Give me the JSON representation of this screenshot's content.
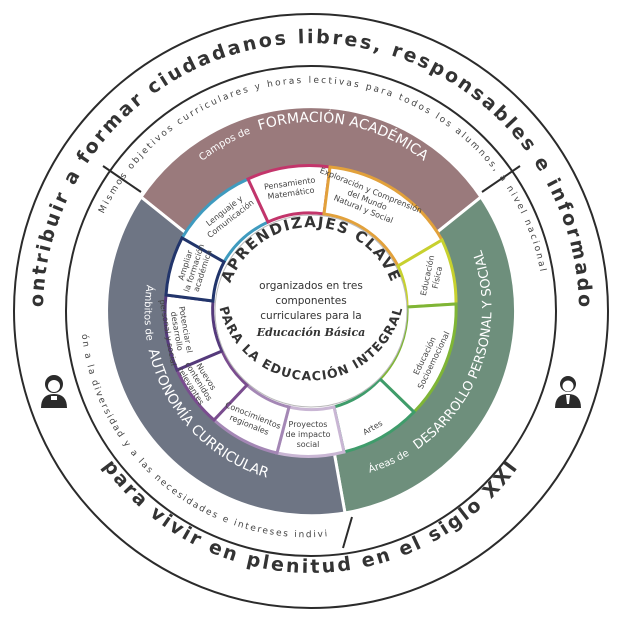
{
  "outer_ring": {
    "top_text": "Contribuir a formar ciudadanos libres, responsables e informados",
    "bottom_text": "para vivir en plenitud en el siglo XXI"
  },
  "thin_ring": {
    "top_text": "Mismos objetivos curriculares y horas lectivas para todos los alumnos, a nivel nacional",
    "left_text": "Atención a la diversidad y a las necesidades e intereses individuales"
  },
  "formacion": {
    "title_small": "Campos de",
    "title_big": "FORMACIÓN ACADÉMICA",
    "items": [
      {
        "lines": [
          "Lenguaje y",
          "Comunicación"
        ],
        "color": "#3f9bbf"
      },
      {
        "lines": [
          "Pensamiento",
          "Matemático"
        ],
        "color": "#c3356b"
      },
      {
        "lines": [
          "Exploración y Comprensión",
          "del Mundo",
          "Natural y Social"
        ],
        "color": "#e2a13b"
      }
    ]
  },
  "desarrollo": {
    "title_small": "Áreas de",
    "title_big": "DESARROLLO PERSONAL Y SOCIAL",
    "items": [
      {
        "lines": [
          "Educación",
          "Física"
        ],
        "color": "#c7d12f"
      },
      {
        "lines": [
          "Educación",
          "Socioemocional"
        ],
        "color": "#7fb536"
      },
      {
        "lines": [
          "Artes"
        ],
        "color": "#3f9c6b"
      }
    ]
  },
  "autonomia": {
    "title_small": "Ámbitos de",
    "title_big": "AUTONOMÍA CURRICULAR",
    "items": [
      {
        "lines": [
          "Ampliar",
          "la formación",
          "académica"
        ],
        "color": "#22356b"
      },
      {
        "lines": [
          "Potenciar el",
          "desarrollo",
          "personal y social"
        ],
        "color": "#553a7c"
      },
      {
        "lines": [
          "Nuevos",
          "contenidos",
          "relevantes"
        ],
        "color": "#7a4d8f"
      },
      {
        "lines": [
          "Conocimientos",
          "regionales"
        ],
        "color": "#a487b5"
      },
      {
        "lines": [
          "Proyectos",
          "de impacto",
          "social"
        ],
        "color": "#c9b6d4"
      }
    ]
  },
  "center": {
    "arc_top": "APRENDIZAJES CLAVE",
    "arc_bottom": "PARA LA EDUCACIÓN INTEGRAL",
    "lines": [
      "organizados en tres",
      "componentes",
      "curriculares para la"
    ],
    "emphasis": "Educación Básica"
  },
  "colors": {
    "formacion": "#9a7a7c",
    "desarrollo": "#6e8f7c",
    "autonomia": "#6e7584",
    "outline": "#2b2b2b",
    "text_dark": "#333333"
  },
  "icons": [
    "student-girl-icon",
    "student-boy-icon"
  ]
}
